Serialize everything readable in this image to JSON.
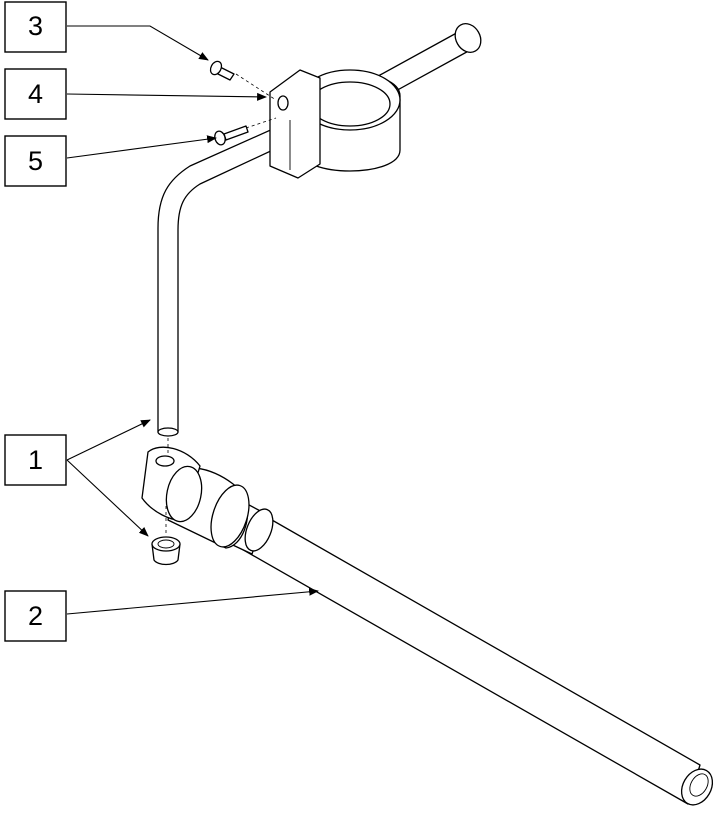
{
  "callouts": [
    {
      "id": "3",
      "label": "3"
    },
    {
      "id": "4",
      "label": "4"
    },
    {
      "id": "5",
      "label": "5"
    },
    {
      "id": "1",
      "label": "1"
    },
    {
      "id": "2",
      "label": "2"
    }
  ],
  "colors": {
    "line": "#000000",
    "background": "#ffffff"
  }
}
